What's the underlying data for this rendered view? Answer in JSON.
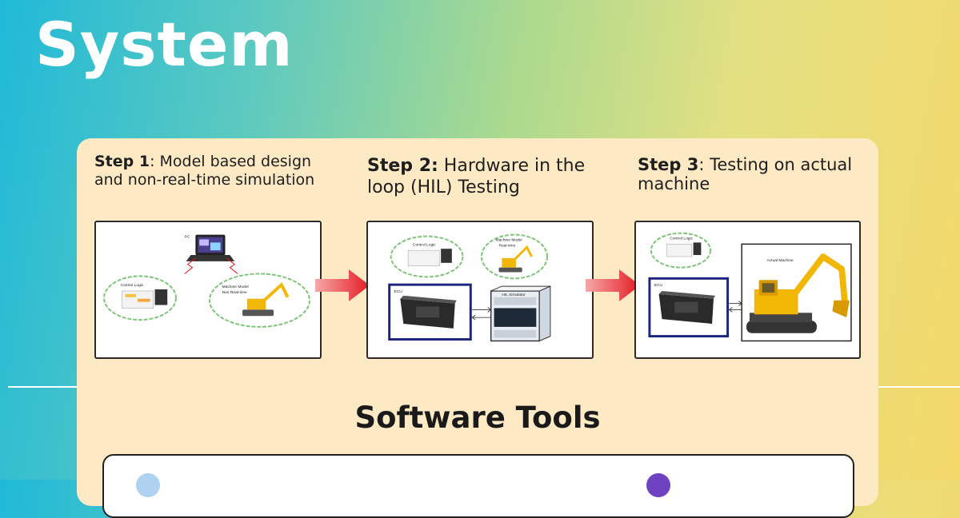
{
  "header": {
    "title": "System"
  },
  "steps": [
    {
      "prefix": "Step 1",
      "text": ": Model based design and non-real-time simulation"
    },
    {
      "prefix": "Step 2:",
      "text": " Hardware in the loop (HIL) Testing"
    },
    {
      "prefix": "Step 3",
      "text": ": Testing on actual machine"
    }
  ],
  "step1_labels": {
    "pc": "PC",
    "control_logic": "Control Logic",
    "machine_model": "Machine Model",
    "non_real_time": "Non Real-time"
  },
  "step2_labels": {
    "control_logic": "Control Logic",
    "machine_model": "Machine Model",
    "real_time": "Real-time",
    "ecu": "ECU",
    "hil_simulator": "HIL Simulator"
  },
  "step3_labels": {
    "control_logic": "Control Logic",
    "ecu": "ECU",
    "actual_machine": "Actual Machine"
  },
  "tools": {
    "title": "Software Tools"
  },
  "colors": {
    "panel_bg": "#fde9c4",
    "arrow_red": "#e31b23",
    "cloud_green": "#7cc576",
    "excavator_yellow": "#f2b705"
  }
}
